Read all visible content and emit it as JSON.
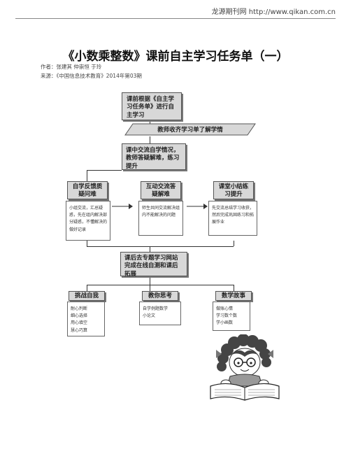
{
  "header": {
    "source": "龙源期刊网 http://www.qikan.com.cn"
  },
  "article": {
    "title": "《小数乘整数》课前自主学习任务单（一）",
    "authors": "作者：张建其 仲崇恒 于玲",
    "source": "来源：《中国信息技术教育》2014年第03期"
  },
  "flow": {
    "step1": "课前根据《自主学习任务单》进行自主学习",
    "step2": "教师收齐学习单了解学情",
    "step3": "课中交流自学情况，教师答疑解难，练习提升",
    "mid": [
      {
        "title": "自学反馈质疑问难",
        "note": "小组交流，汇总疑惑，先在组内解决部分疑惑，不懂解决的做好记录"
      },
      {
        "title": "互动交流答疑解难",
        "note": "师生共同交流解决组内不能解决的问题"
      },
      {
        "title": "课堂小结练习提升",
        "note": "先交流总结学习收获，然后完成巩固练习和拓展作业"
      }
    ],
    "step4": "课后去专题学习网站完成在线自测和课后拓展",
    "bottom": [
      {
        "title": "挑战自我",
        "items": [
          "耐心判断",
          "细心选择",
          "用心填空",
          "慧心巧算"
        ]
      },
      {
        "title": "教你思考",
        "items": [
          "自学例题数学",
          "小论文"
        ]
      },
      {
        "title": "数学故事",
        "items": [
          "做账心情",
          "学习数个数",
          "学小画数"
        ]
      }
    ]
  }
}
